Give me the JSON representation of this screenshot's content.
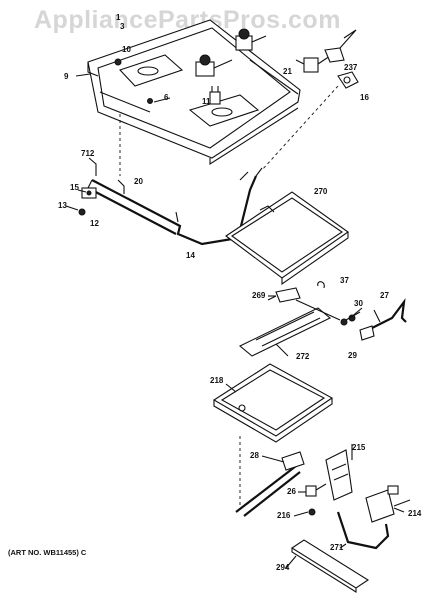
{
  "watermark": "AppliancePartsPros.com",
  "art_number": "(ART NO. WB11455) C",
  "labels": {
    "l1": "1",
    "l3": "3",
    "l9": "9",
    "l10": "10",
    "l6": "6",
    "l11": "11",
    "l21": "21",
    "l237": "237",
    "l16": "16",
    "l712": "712",
    "l15": "15",
    "l20": "20",
    "l13": "13",
    "l12": "12",
    "l14": "14",
    "l270": "270",
    "l37": "37",
    "l269": "269",
    "l30": "30",
    "l27": "27",
    "l272": "272",
    "l29": "29",
    "l218": "218",
    "l215": "215",
    "l28": "28",
    "l26": "26",
    "l216": "216",
    "l214": "214",
    "l271": "271",
    "l294": "294"
  }
}
